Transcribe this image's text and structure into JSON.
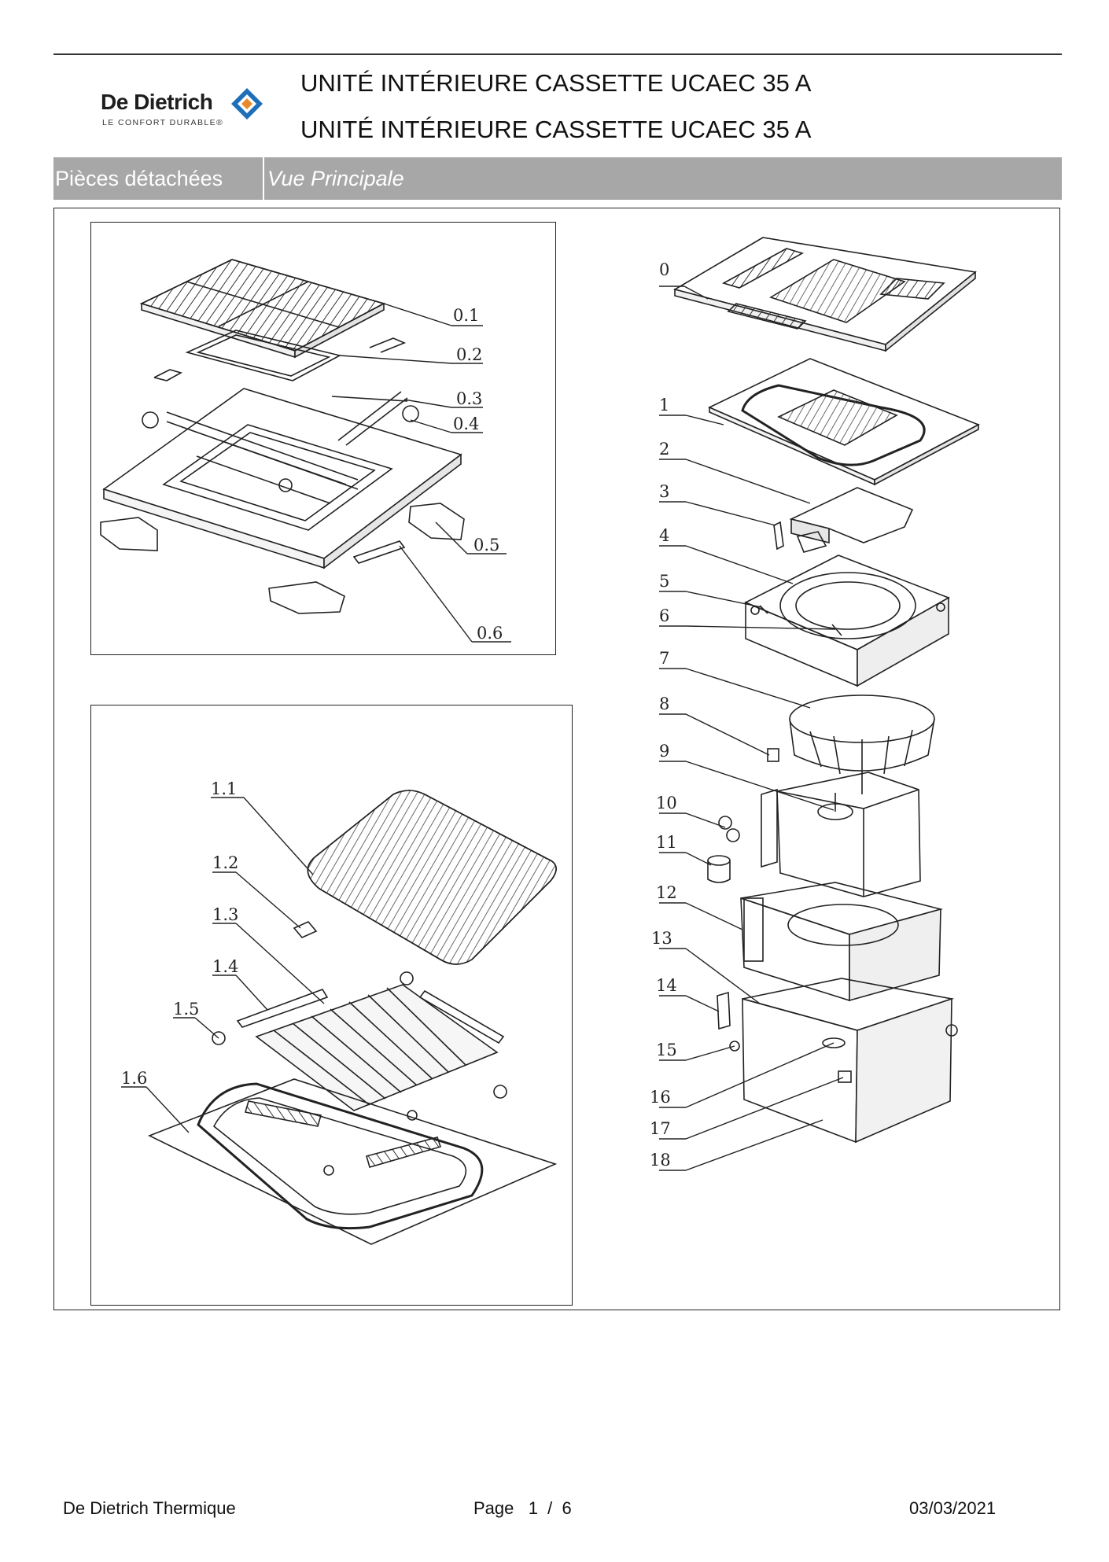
{
  "brand": {
    "name": "De Dietrich",
    "tagline": "LE CONFORT DURABLE®",
    "colors": {
      "accent_blue": "#1f6fb8",
      "accent_orange": "#e8892a"
    }
  },
  "header": {
    "title_line1": "UNITÉ INTÉRIEURE CASSETTE UCAEC 35 A",
    "title_line2": "UNITÉ INTÉRIEURE CASSETTE UCAEC 35 A"
  },
  "band": {
    "section": "Pièces détachées",
    "view": "Vue Principale",
    "color": "#a7a7a7"
  },
  "diagram": {
    "panel_top_left": {
      "labels": [
        "0.1",
        "0.2",
        "0.3",
        "0.4",
        "0.5",
        "0.6"
      ]
    },
    "panel_bottom_left": {
      "labels": [
        "1.1",
        "1.2",
        "1.3",
        "1.4",
        "1.5",
        "1.6"
      ]
    },
    "panel_right": {
      "labels": [
        "0",
        "1",
        "2",
        "3",
        "4",
        "5",
        "6",
        "7",
        "8",
        "9",
        "10",
        "11",
        "12",
        "13",
        "14",
        "15",
        "16",
        "17",
        "18"
      ]
    }
  },
  "footer": {
    "company": "De Dietrich Thermique",
    "page": "Page   1  /  6",
    "date": "03/03/2021"
  }
}
